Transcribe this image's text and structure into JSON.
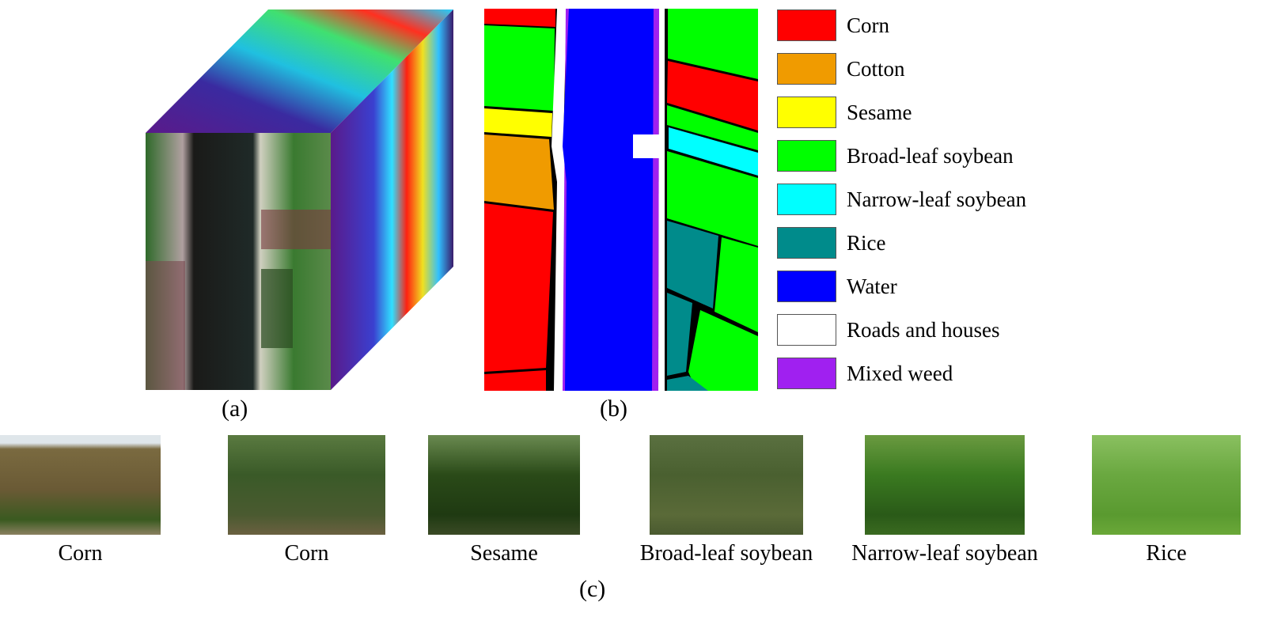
{
  "captions": {
    "a": "(a)",
    "b": "(b)",
    "c": "(c)"
  },
  "legend": [
    {
      "label": "Corn",
      "color": "#ff0000"
    },
    {
      "label": "Cotton",
      "color": "#f09b00"
    },
    {
      "label": "Sesame",
      "color": "#ffff00"
    },
    {
      "label": "Broad-leaf soybean",
      "color": "#00ff00"
    },
    {
      "label": "Narrow-leaf soybean",
      "color": "#00ffff"
    },
    {
      "label": "Rice",
      "color": "#008b8b"
    },
    {
      "label": "Water",
      "color": "#0000ff"
    },
    {
      "label": "Roads and houses",
      "color": "#ffffff"
    },
    {
      "label": "Mixed weed",
      "color": "#a020f0"
    }
  ],
  "photos": [
    {
      "label": "Corn"
    },
    {
      "label": "Corn"
    },
    {
      "label": "Sesame"
    },
    {
      "label": "Broad-leaf soybean"
    },
    {
      "label": "Narrow-leaf soybean"
    },
    {
      "label": "Rice"
    }
  ]
}
